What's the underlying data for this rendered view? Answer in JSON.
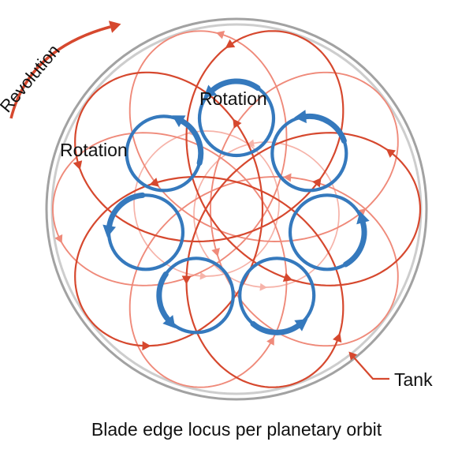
{
  "caption": "Blade edge locus per planetary orbit",
  "labels": {
    "revolution": "Revolution",
    "rotation_upper": "Rotation",
    "rotation_left": "Rotation",
    "tank": "Tank"
  },
  "icons": {
    "revolution_arrow": "curved-arrow-icon",
    "rotation_arrows": "circular-arrow-icon",
    "locus_arrows": "direction-arrowhead-icon",
    "tank_pointer": "pointer-line-icon"
  },
  "colors": {
    "background": "#ffffff",
    "tank_outer": "#a2a2a2",
    "tank_inner": "#cdcdcd",
    "locus_primary": "#d6482e",
    "locus_mid": "#ef8a7a",
    "locus_light": "#f6b3a9",
    "rotation_blue": "#3579bd",
    "text": "#111111"
  }
}
